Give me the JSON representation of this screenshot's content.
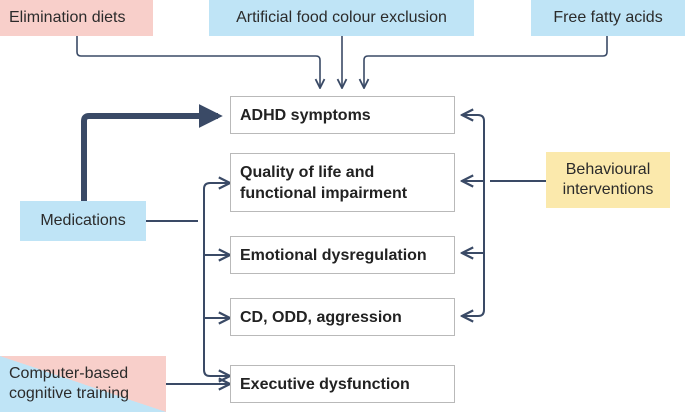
{
  "colors": {
    "pink": "#f8cfca",
    "blue": "#bfe4f6",
    "yellow": "#fbe9ac",
    "arrow": "#3a4a66"
  },
  "interventions": {
    "elimination_diets": "Elimination diets",
    "artificial_food_colour_exclusion": "Artificial food colour exclusion",
    "free_fatty_acids": "Free fatty acids",
    "medications": "Medications",
    "behavioural_interventions": {
      "line1": "Behavioural",
      "line2": "interventions"
    },
    "computer_based_cognitive_training": {
      "line1": "Computer-based",
      "line2": "cognitive training"
    }
  },
  "outcomes": {
    "adhd_symptoms": "ADHD symptoms",
    "quality_of_life": {
      "line1": "Quality of life and",
      "line2": "functional impairment"
    },
    "emotional_dysregulation": "Emotional dysregulation",
    "cd_odd_aggression": "CD, ODD, aggression",
    "executive_dysfunction": "Executive dysfunction"
  }
}
